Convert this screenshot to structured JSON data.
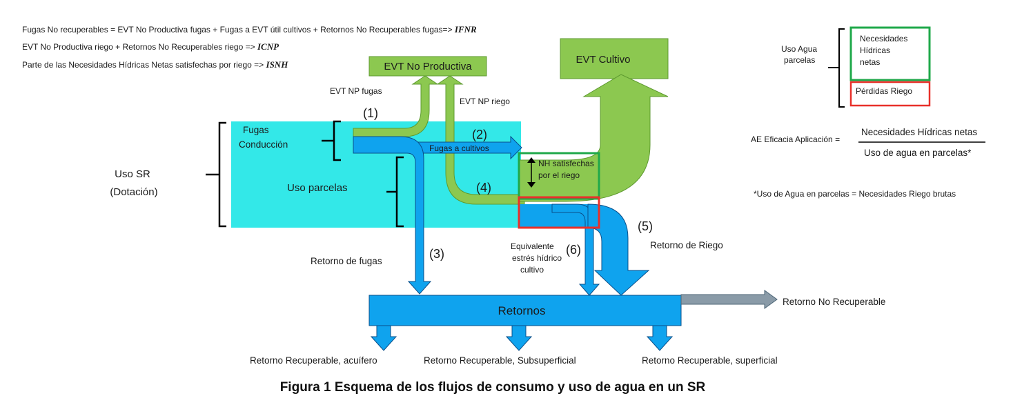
{
  "legend_lines": [
    {
      "text": "Fugas No recuperables  = EVT No Productiva fugas + Fugas a EVT útil cultivos  + Retornos No Recuperables fugas=> ",
      "acronym": "IFNR"
    },
    {
      "text": "EVT No Productiva  riego + Retornos No Recuperables riego => ",
      "acronym": "ICNP"
    },
    {
      "text": "Parte de las Necesidades  Hídricas Netas satisfechas  por riego => ",
      "acronym": "ISNH"
    }
  ],
  "boxes": {
    "evt_no_productiva": "EVT No Productiva",
    "evt_cultivo": "EVT Cultivo",
    "retornos": "Retornos"
  },
  "labels": {
    "uso_sr": "Uso SR",
    "dotacion": "(Dotación)",
    "fugas_conduccion": [
      "Fugas",
      "Conducción"
    ],
    "uso_parcelas": "Uso parcelas",
    "evt_np_fugas": "EVT NP fugas",
    "evt_np_riego": "EVT NP riego",
    "fugas_a_cultivos": "Fugas a cultivos",
    "nh_satisfechas": [
      "NH satisfechas",
      "por el riego"
    ],
    "retorno_fugas": "Retorno de fugas",
    "equivalente": [
      "Equivalente",
      "estrés hídrico",
      "cultivo"
    ],
    "retorno_riego": "Retorno de Riego",
    "retorno_no_recuperable": "Retorno No Recuperable",
    "retorno_acuifero": "Retorno Recuperable,  acuífero",
    "retorno_subsuperficial": "Retorno Recuperable,  Subsuperficial",
    "retorno_superficial": "Retorno Recuperable,  superficial"
  },
  "numbers": {
    "n1": "(1)",
    "n2": "(2)",
    "n3": "(3)",
    "n4": "(4)",
    "n5": "(5)",
    "n6": "(6)"
  },
  "right_panel": {
    "uso_agua": [
      "Uso Agua",
      "parcelas"
    ],
    "necesidades": [
      "Necesidades",
      "Hídricas",
      "netas"
    ],
    "perdidas": "Pérdidas Riego",
    "ae_label": "AE Eficacia Aplicación =",
    "ae_numerator": "Necesidades Hídricas netas",
    "ae_denominator": "Uso de agua en parcelas*",
    "footnote": "*Uso de Agua en parcelas  = Necesidades Riego brutas"
  },
  "caption": "Figura 1 Esquema de los flujos de consumo y uso de agua en un SR",
  "colors": {
    "cyan": "#33E8E8",
    "blue": "#0FA3EE",
    "green": "#8CC850",
    "green_border": "#1FA84A",
    "red_border": "#E8302A",
    "gray_arrow": "#8A9BA8"
  }
}
